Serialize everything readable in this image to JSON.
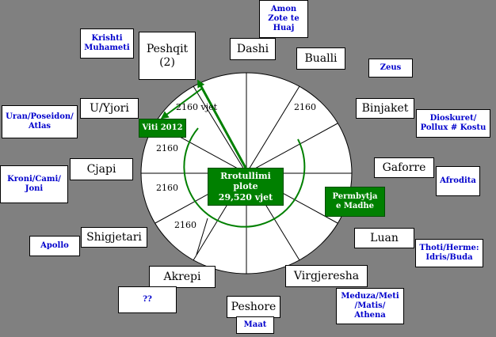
{
  "colors": {
    "background": "#808080",
    "box": "#ffffff",
    "deity_text": "#0000cc",
    "green": "#008000",
    "arrow": "#008000"
  },
  "signs": {
    "dashi": "Dashi",
    "bualli": "Bualli",
    "binjaket": "Binjaket",
    "gaforre": "Gaforre",
    "luan": "Luan",
    "virgjeresha": "Virgjeresha",
    "peshore": "Peshore",
    "akrepi": "Akrepi",
    "shigjetari": "Shigjetari",
    "cjapi": "Cjapi",
    "ujori": "U/Yjori",
    "peshqit": "Peshqit",
    "peshqit_num": "(2)"
  },
  "deities": {
    "amon_1": "Amon",
    "amon_2": "Zote te",
    "amon_3": "Huaj",
    "zeus": "Zeus",
    "dioskuret_1": "Dioskuret/",
    "dioskuret_2": "Pollux # Kostu",
    "afrodita": "Afrodita",
    "thoti_1": "Thoti/Herme:",
    "thoti_2": "Idris/Buda",
    "meduza_1": "Meduza/Meti",
    "meduza_2": "/Matis/",
    "meduza_3": "Athena",
    "maat": "Maat",
    "akrepi_deity": "??",
    "apollo": "Apollo",
    "kroni_1": "Kroni/Cami/",
    "kroni_2": "Joni",
    "uran_1": "Uran/Poseidon/",
    "uran_2": "Atlas",
    "krishti_1": "Krishti",
    "krishti_2": "Muhameti"
  },
  "center": {
    "line1": "Rrotullimi",
    "line2": "plote",
    "line3": "29,520 vjet"
  },
  "labels": {
    "viti": "Viti 2012",
    "permbytja_1": "Permbytja",
    "permbytja_2": "e Madhe",
    "n_top": "2160 vjet",
    "n_right": "2160",
    "n_left1": "2160",
    "n_left2": "2160",
    "n_left3": "2160"
  }
}
